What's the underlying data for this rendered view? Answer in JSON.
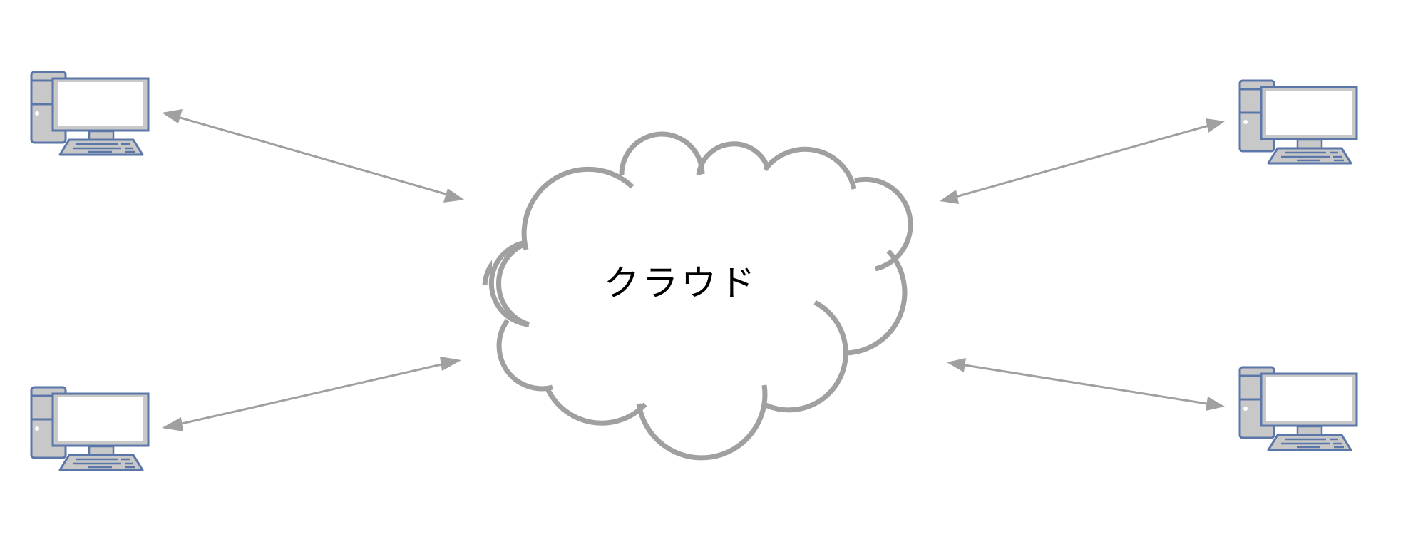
{
  "diagram": {
    "cloud": {
      "label": "クラウド",
      "stroke_color": "#a0a0a0",
      "fill_color": "#ffffff"
    },
    "computers": [
      {
        "id": "top-left",
        "icon": "desktop-computer-icon"
      },
      {
        "id": "bottom-left",
        "icon": "desktop-computer-icon"
      },
      {
        "id": "top-right",
        "icon": "desktop-computer-icon"
      },
      {
        "id": "bottom-right",
        "icon": "desktop-computer-icon"
      }
    ],
    "connectors": [
      {
        "from": "top-left",
        "to": "cloud",
        "style": "bidirectional-arrow"
      },
      {
        "from": "bottom-left",
        "to": "cloud",
        "style": "bidirectional-arrow"
      },
      {
        "from": "top-right",
        "to": "cloud",
        "style": "bidirectional-arrow"
      },
      {
        "from": "bottom-right",
        "to": "cloud",
        "style": "bidirectional-arrow"
      }
    ],
    "colors": {
      "arrow": "#a0a0a0",
      "computer_outline": "#5b76a8",
      "computer_fill": "#c8c8c8",
      "screen": "#ffffff",
      "text": "#000000"
    }
  }
}
